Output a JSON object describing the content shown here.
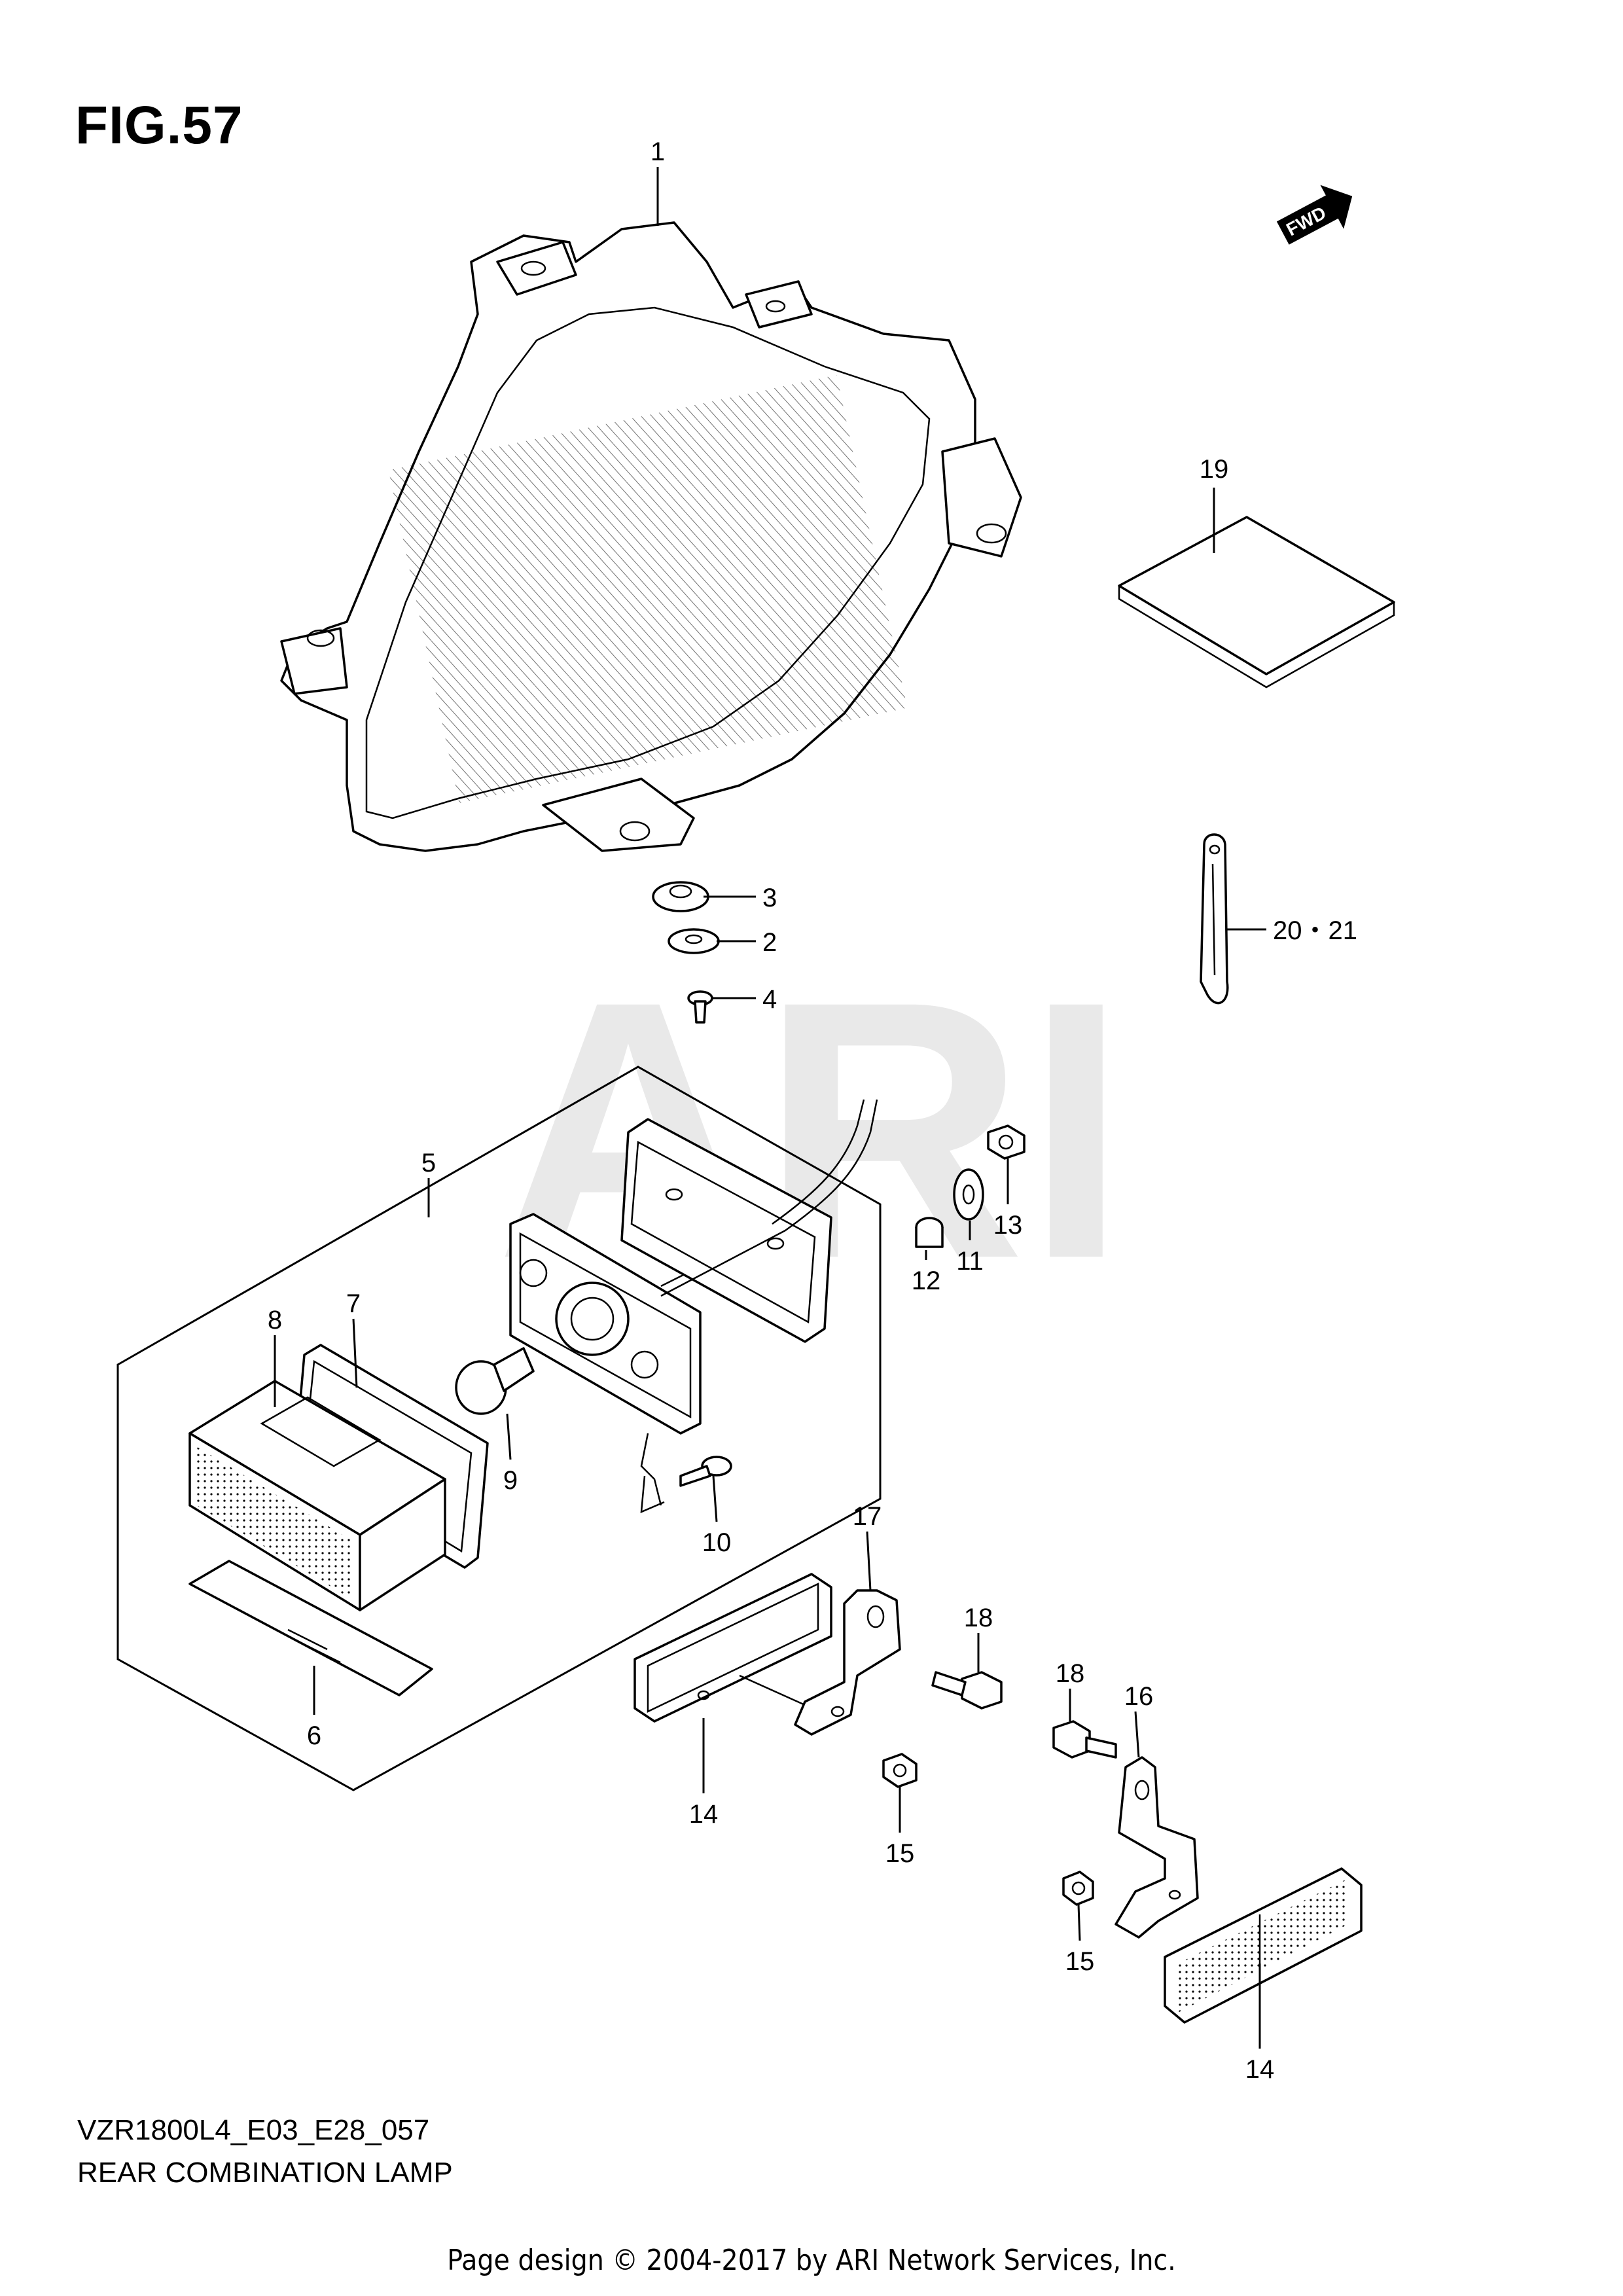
{
  "figure": {
    "title": "FIG.57",
    "code": "VZR1800L4_E03_E28_057",
    "description": "REAR COMBINATION LAMP"
  },
  "footer": "Page design © 2004-2017 by ARI Network Services, Inc.",
  "watermark": "ARI",
  "fwd_label": "FWD",
  "callouts": {
    "c1": "1",
    "c2": "2",
    "c3": "3",
    "c4": "4",
    "c5": "5",
    "c6": "6",
    "c7": "7",
    "c8": "8",
    "c9": "9",
    "c10": "10",
    "c11": "11",
    "c12": "12",
    "c13": "13",
    "c14a": "14",
    "c14b": "14",
    "c15a": "15",
    "c15b": "15",
    "c16": "16",
    "c17": "17",
    "c18a": "18",
    "c18b": "18",
    "c19": "19",
    "c20": "20・21"
  }
}
